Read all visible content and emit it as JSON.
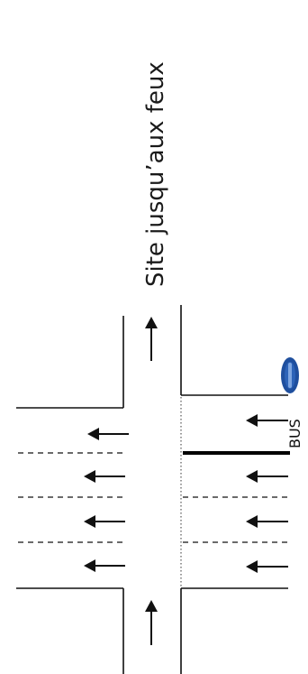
{
  "title": "Site jusqu’aux feux",
  "bus_label": "BUS",
  "colors": {
    "line": "#111111",
    "badge_fill": "#1f4f9e",
    "badge_inner": "#7fa6e0"
  },
  "icons": {
    "arrow": "arrow-left",
    "badge": "bus-stop-badge"
  }
}
